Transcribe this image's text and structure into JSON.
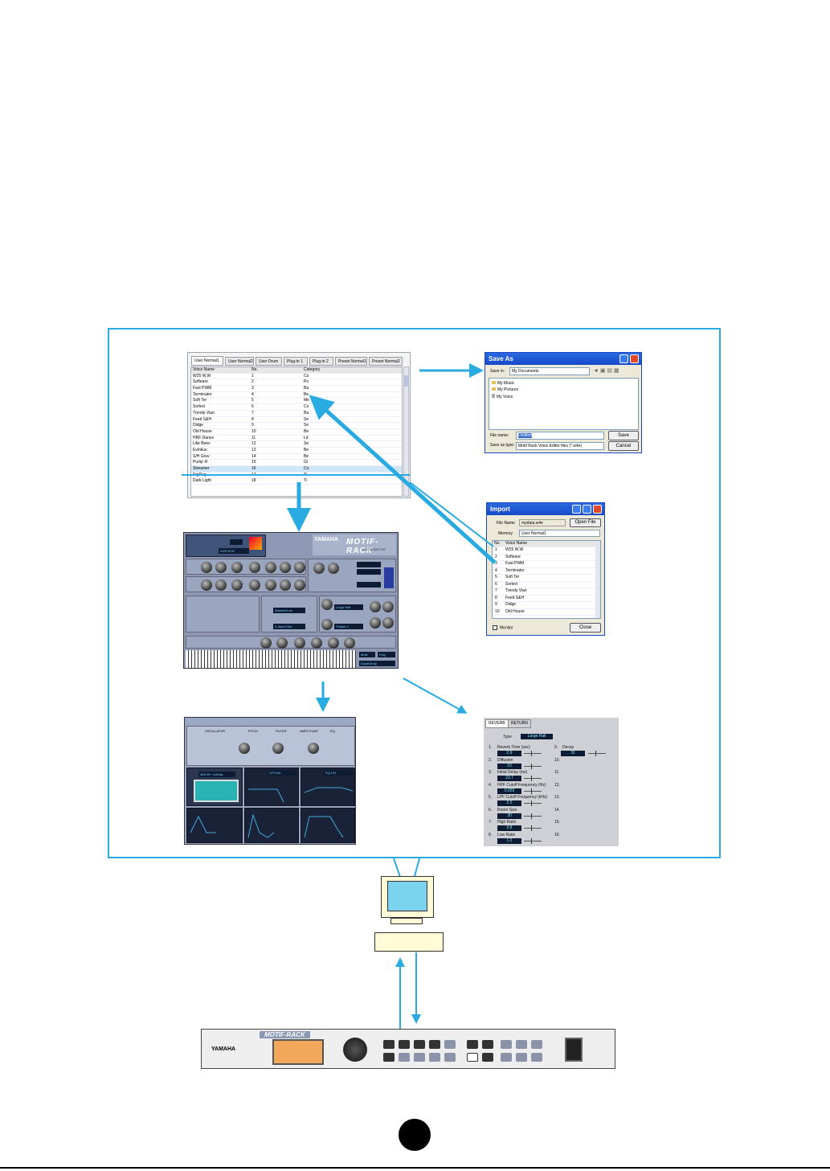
{
  "voice_list": {
    "tabs": [
      "User Normal1",
      "User Normal2",
      "User Drum",
      "Plug-in 1",
      "Plug-in 2",
      "Preset Normal1",
      "Preset Normal2"
    ],
    "headers": {
      "name": "Voice Name",
      "no": "No.",
      "category": "Category"
    },
    "rows": [
      {
        "name": "W25 W.W",
        "no": "1",
        "cat": "Co"
      },
      {
        "name": "Softeare",
        "no": "2",
        "cat": "Po"
      },
      {
        "name": "Fast PWM",
        "no": "3",
        "cat": "Ba"
      },
      {
        "name": "Terminator",
        "no": "4",
        "cat": "Be"
      },
      {
        "name": "Soft Ter",
        "no": "5",
        "cat": "Me"
      },
      {
        "name": "Sorted",
        "no": "6",
        "cat": "Co"
      },
      {
        "name": "Trendy Vian",
        "no": "7",
        "cat": "Ba"
      },
      {
        "name": "Feed S&H",
        "no": "8",
        "cat": "Se"
      },
      {
        "name": "Didge",
        "no": "9",
        "cat": "Se"
      },
      {
        "name": "Old House",
        "no": "10",
        "cat": "Be"
      },
      {
        "name": "HRF Dance",
        "no": "11",
        "cat": "Ld"
      },
      {
        "name": "Lilie Bees",
        "no": "12",
        "cat": "Se"
      },
      {
        "name": "Evinkus",
        "no": "13",
        "cat": "Be"
      },
      {
        "name": "S/H Gruv",
        "no": "14",
        "cat": "Be"
      },
      {
        "name": "Pump It!",
        "no": "15",
        "cat": "Gi"
      },
      {
        "name": "Streamer",
        "no": "16",
        "cat": "Co"
      },
      {
        "name": "DigDag",
        "no": "17",
        "cat": "Ti"
      },
      {
        "name": "Dark Light",
        "no": "18",
        "cat": "Ti"
      }
    ]
  },
  "save_dialog": {
    "title": "Save As",
    "save_in_label": "Save in:",
    "save_in_value": "My Documents",
    "files": [
      "My Music",
      "My Pictures",
      "My Voice"
    ],
    "file_name_label": "File name:",
    "file_name_value": "Untitled",
    "save_type_label": "Save as type:",
    "save_type_value": "Motif Rack Voice Editor files (*.w4e)",
    "save_label": "Save",
    "cancel_label": "Cancel"
  },
  "import_dialog": {
    "title": "Import",
    "file_name_label": "File Name",
    "file_name_value": "mydata.w4e",
    "open_file_label": "Open File",
    "memory_label": "Memory",
    "memory_value": "User Normal1",
    "headers": {
      "no": "No.",
      "name": "Voice Name"
    },
    "rows": [
      {
        "no": "1",
        "name": "W25 W.W"
      },
      {
        "no": "2",
        "name": "Softeare"
      },
      {
        "no": "3",
        "name": "Fast PWM"
      },
      {
        "no": "4",
        "name": "Terminator"
      },
      {
        "no": "5",
        "name": "Soft Ter"
      },
      {
        "no": "6",
        "name": "Sorted"
      },
      {
        "no": "7",
        "name": "Trendy Vian"
      },
      {
        "no": "8",
        "name": "Feed S&H"
      },
      {
        "no": "9",
        "name": "Didge"
      },
      {
        "no": "10",
        "name": "Old House"
      }
    ],
    "monitor_label": "Monitor",
    "close_label": "Close"
  },
  "editor": {
    "brand": "YAMAHA",
    "product": "MOTIF-RACK",
    "subtitle": "VOICE EDITOR",
    "voice_name": "W25 W.W",
    "reverb_type": "Large Hall",
    "chorus_type": "Phaser 1",
    "effect1": "MasterDrum",
    "effect2": "A.Wah+Dist",
    "mono_poly": "Poly",
    "mode": "Multi",
    "temperament": "EqualTemp"
  },
  "element_edit": {
    "tabs": [
      "OSCILLATOR",
      "PITCH",
      "FILTER",
      "AMPLITUDE",
      "EQ"
    ],
    "wave_name": "4B3 W+ 1stSaw",
    "filter_type": "LPF24A",
    "eq_type": "EQ L/H"
  },
  "reverb_panel": {
    "tabs": [
      "REVERB",
      "RETURN"
    ],
    "type_label": "Type",
    "type_value": "Large Hall",
    "params": [
      {
        "n": "1.",
        "label": "Reverb Time (sec)",
        "value": "2.9"
      },
      {
        "n": "2.",
        "label": "Diffusion",
        "value": "10"
      },
      {
        "n": "3.",
        "label": "Initial Delay (ms)",
        "value": "23.7"
      },
      {
        "n": "4.",
        "label": "HPF Cutoff Frequency (Hz)",
        "value": "0.020"
      },
      {
        "n": "5.",
        "label": "LPF Cutoff Frequency (kHz)",
        "value": "2.0"
      },
      {
        "n": "6.",
        "label": "Room Size",
        "value": "30"
      },
      {
        "n": "7.",
        "label": "High Ratio",
        "value": "0.8"
      },
      {
        "n": "8.",
        "label": "Low Ratio",
        "value": "1.2"
      }
    ],
    "right_params": [
      {
        "n": "9.",
        "label": "Decay",
        "value": "31"
      },
      {
        "n": "10.",
        "label": ""
      },
      {
        "n": "11.",
        "label": ""
      },
      {
        "n": "12.",
        "label": ""
      },
      {
        "n": "13.",
        "label": ""
      },
      {
        "n": "14.",
        "label": ""
      },
      {
        "n": "15.",
        "label": ""
      },
      {
        "n": "16.",
        "label": ""
      }
    ]
  },
  "hardware": {
    "brand": "YAMAHA",
    "model": "MOTIF-RACK"
  },
  "colors": {
    "accent": "#29abe2",
    "lcd": "#0d1b33"
  }
}
